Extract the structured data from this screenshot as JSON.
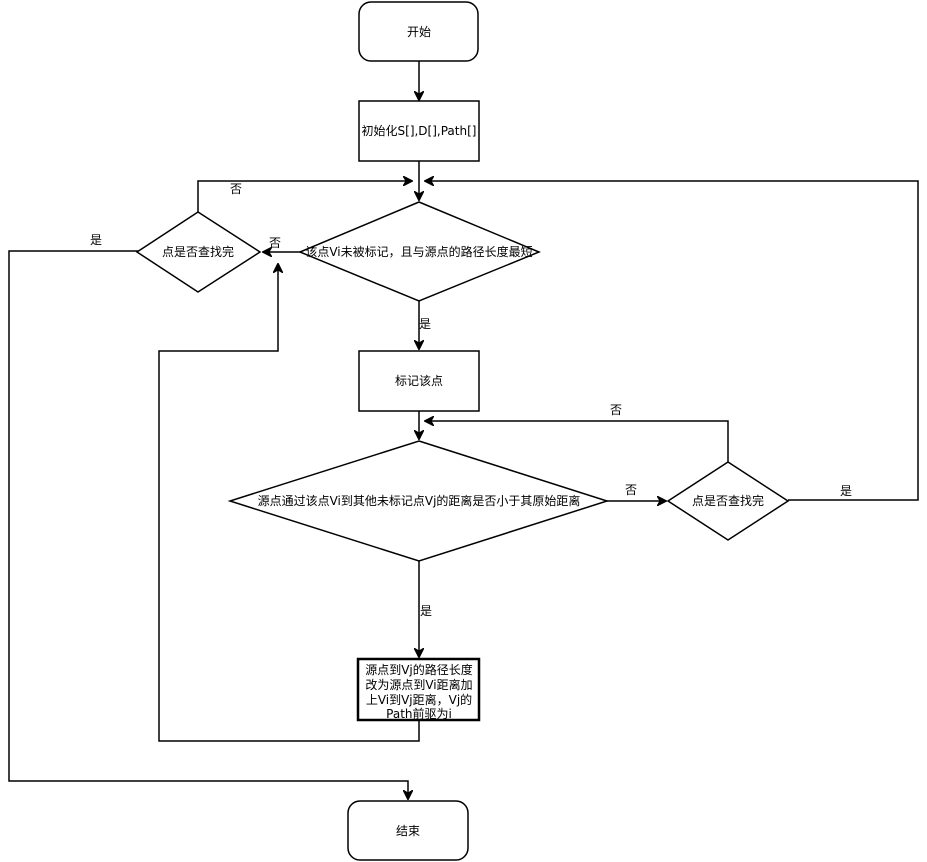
{
  "nodes": {
    "start": "开始",
    "init": "初始化S[],D[],Path[]",
    "cond_min": "该点Vi未被标记，且与源点的路径长度最短",
    "check_all_1": "点是否查找完",
    "mark": "标记该点",
    "cond_shorter": "源点通过该点Vi到其他未标记点Vj的距离是否小于其原始距离",
    "check_all_2": "点是否查找完",
    "update": [
      "源点到Vj的路径长度",
      "改为源点到Vi距离加",
      "上Vi到Vj距离，Vj的",
      "Path前驱为i"
    ],
    "end": "结束"
  },
  "edges": {
    "check1_no": "否",
    "check1_yes": "是",
    "cond_min_no": "否",
    "cond_min_yes": "是",
    "cond_shorter_no": "否",
    "cond_shorter_yes": "是",
    "check2_no": "否",
    "check2_yes": "是"
  }
}
